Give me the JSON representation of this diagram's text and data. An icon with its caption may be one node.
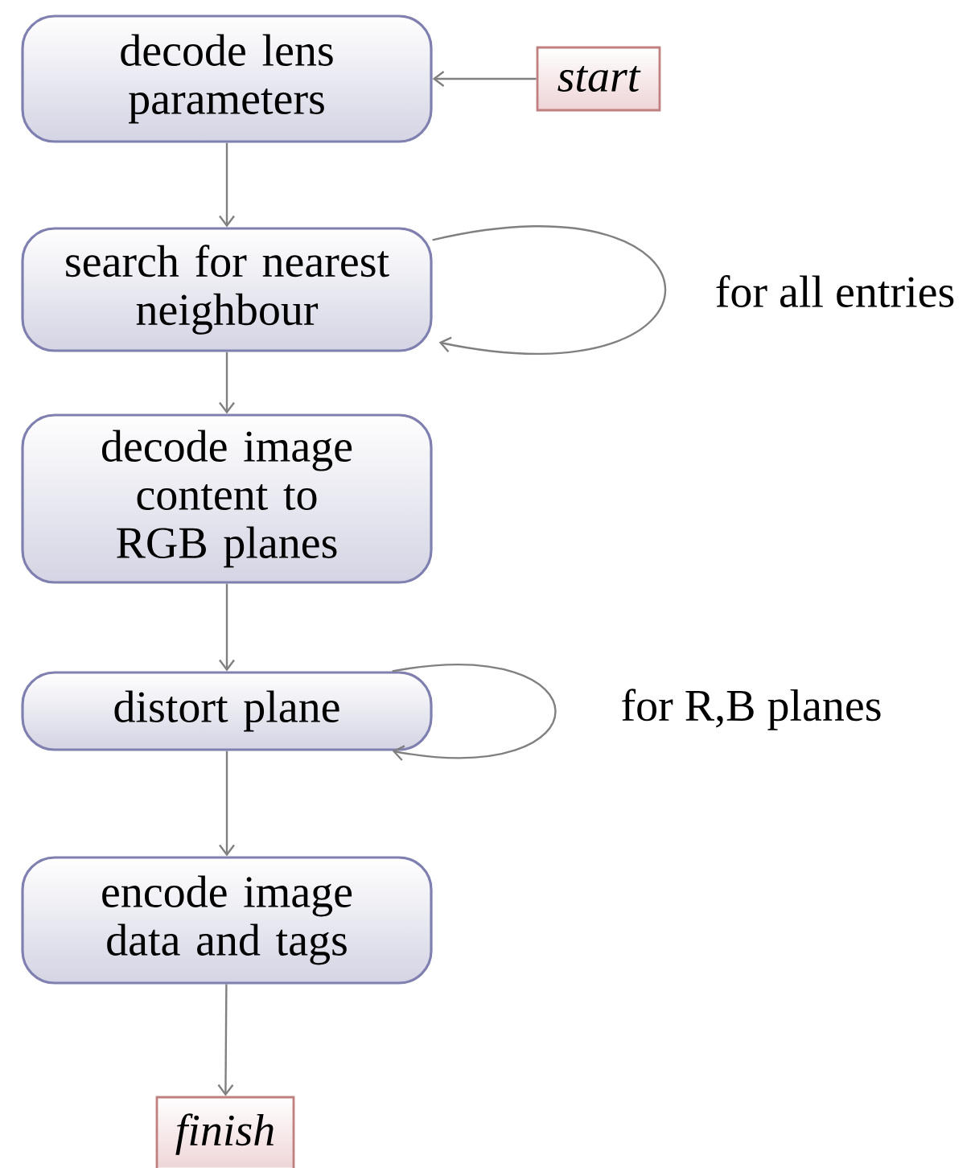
{
  "diagram": {
    "nodes": [
      {
        "text": [
          "decode lens parameters"
        ]
      },
      {
        "text": [
          "start"
        ]
      },
      {
        "text": [
          "search for nearest neighbour"
        ]
      },
      {
        "text": [
          "decode image content to RGB planes"
        ]
      },
      {
        "text": [
          "distort plane"
        ]
      },
      {
        "text": [
          "encode image data and tags"
        ]
      },
      {
        "text": [
          "finish"
        ]
      }
    ],
    "edges": [
      {
        "from": 1,
        "to": 0,
        "arrow": "to"
      },
      {
        "from": 0,
        "to": 2,
        "arrow": "to"
      },
      {
        "from": 2,
        "to": 2,
        "arrow": "to",
        "label": "for all entries"
      },
      {
        "from": 2,
        "to": 3,
        "arrow": "to"
      },
      {
        "from": 3,
        "to": 4,
        "arrow": "to"
      },
      {
        "from": 4,
        "to": 4,
        "arrow": "to",
        "label": "for R,B planes"
      },
      {
        "from": 4,
        "to": 5,
        "arrow": "to"
      },
      {
        "from": 5,
        "to": 6,
        "arrow": "to"
      }
    ]
  }
}
